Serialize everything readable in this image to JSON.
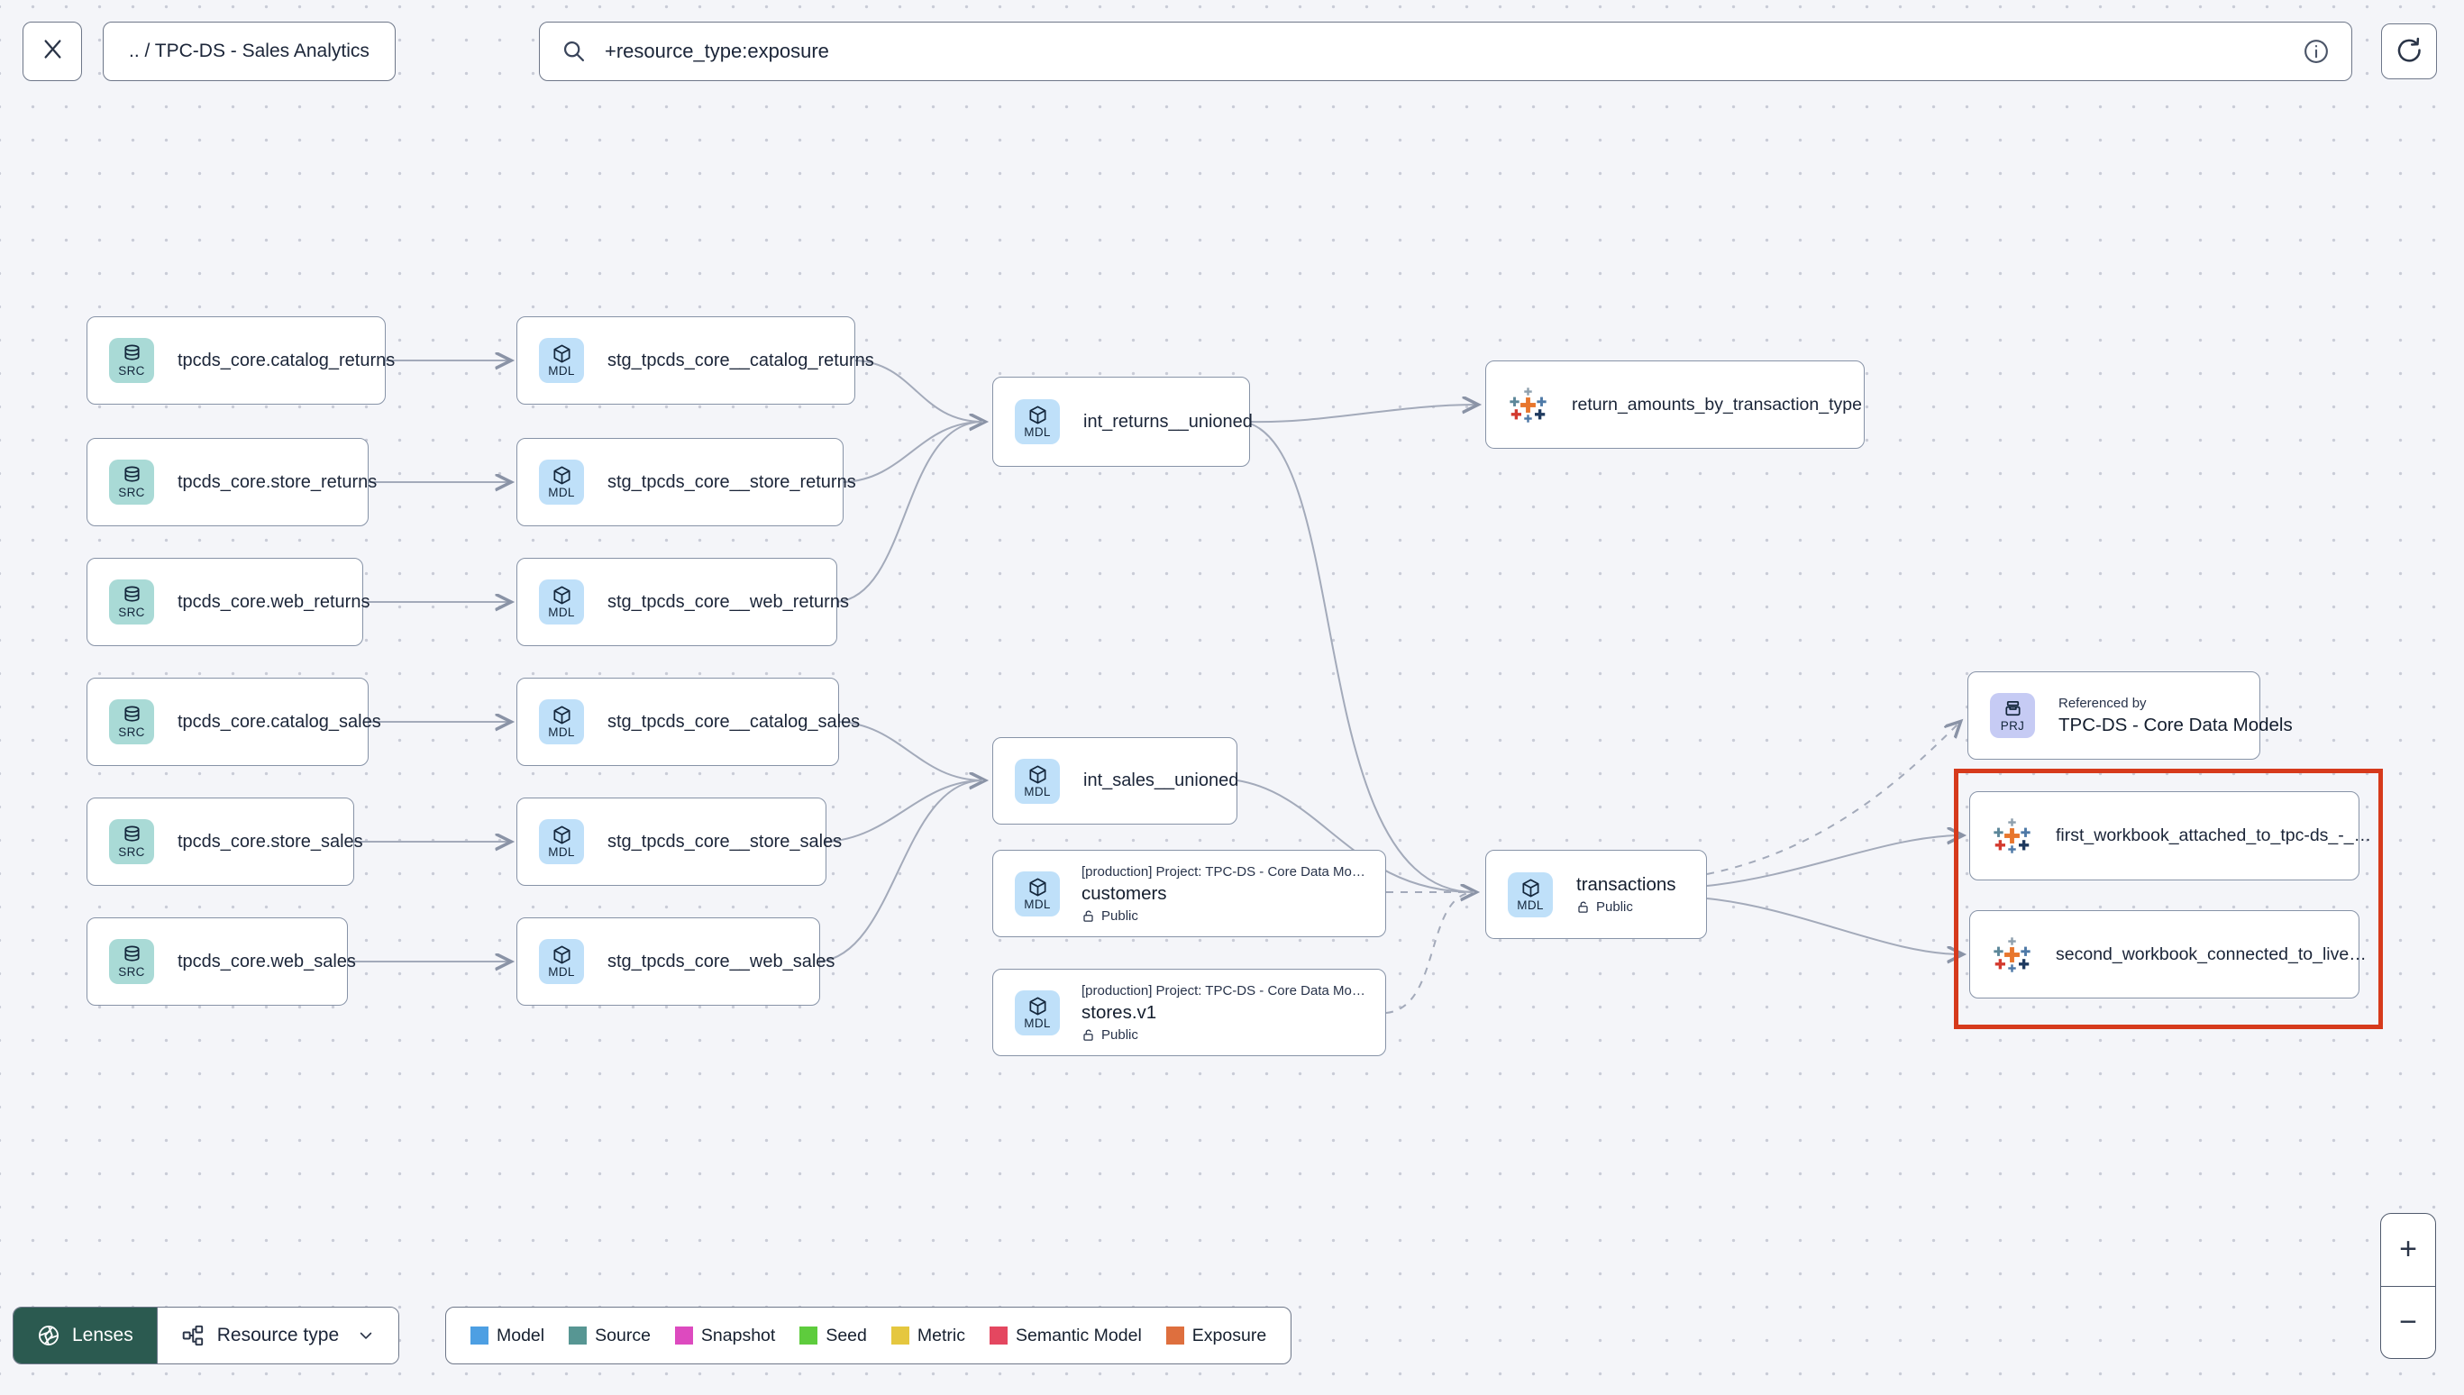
{
  "toolbar": {
    "breadcrumb": ".. / TPC-DS - Sales Analytics",
    "search_value": "+resource_type:exposure"
  },
  "graph": {
    "sources": [
      {
        "badge": "SRC",
        "label": "tpcds_core.catalog_returns"
      },
      {
        "badge": "SRC",
        "label": "tpcds_core.store_returns"
      },
      {
        "badge": "SRC",
        "label": "tpcds_core.web_returns"
      },
      {
        "badge": "SRC",
        "label": "tpcds_core.catalog_sales"
      },
      {
        "badge": "SRC",
        "label": "tpcds_core.store_sales"
      },
      {
        "badge": "SRC",
        "label": "tpcds_core.web_sales"
      }
    ],
    "staging": [
      {
        "badge": "MDL",
        "label": "stg_tpcds_core__catalog_returns"
      },
      {
        "badge": "MDL",
        "label": "stg_tpcds_core__store_returns"
      },
      {
        "badge": "MDL",
        "label": "stg_tpcds_core__web_returns"
      },
      {
        "badge": "MDL",
        "label": "stg_tpcds_core__catalog_sales"
      },
      {
        "badge": "MDL",
        "label": "stg_tpcds_core__store_sales"
      },
      {
        "badge": "MDL",
        "label": "stg_tpcds_core__web_sales"
      }
    ],
    "intermediates": [
      {
        "badge": "MDL",
        "label": "int_returns__unioned"
      },
      {
        "badge": "MDL",
        "label": "int_sales__unioned"
      }
    ],
    "public_models": [
      {
        "badge": "MDL",
        "project": "[production] Project: TPC-DS - Core Data Mo…",
        "label": "customers",
        "access": "Public"
      },
      {
        "badge": "MDL",
        "project": "[production] Project: TPC-DS - Core Data Mo…",
        "label": "stores.v1",
        "access": "Public"
      }
    ],
    "transactions": {
      "badge": "MDL",
      "label": "transactions",
      "access": "Public"
    },
    "project_ref": {
      "badge": "PRJ",
      "caption": "Referenced by",
      "label": "TPC-DS - Core Data Models"
    },
    "exposures": [
      {
        "label": "return_amounts_by_transaction_type"
      },
      {
        "label": "first_workbook_attached_to_tpc-ds_-_…"
      },
      {
        "label": "second_workbook_connected_to_live…"
      }
    ]
  },
  "footer": {
    "lenses_label": "Lenses",
    "resource_type_label": "Resource type",
    "legend": [
      {
        "label": "Model",
        "color": "#4D9FE3"
      },
      {
        "label": "Source",
        "color": "#579693"
      },
      {
        "label": "Snapshot",
        "color": "#DD4ABF"
      },
      {
        "label": "Seed",
        "color": "#5ECC3D"
      },
      {
        "label": "Metric",
        "color": "#E5C73F"
      },
      {
        "label": "Semantic Model",
        "color": "#E44760"
      },
      {
        "label": "Exposure",
        "color": "#DE6F3E"
      }
    ]
  },
  "zoom_controls": {
    "zoom_in": "+",
    "zoom_out": "−"
  },
  "colors": {
    "highlight": "#D63A1C",
    "lenses_button": "#2B5A50"
  }
}
